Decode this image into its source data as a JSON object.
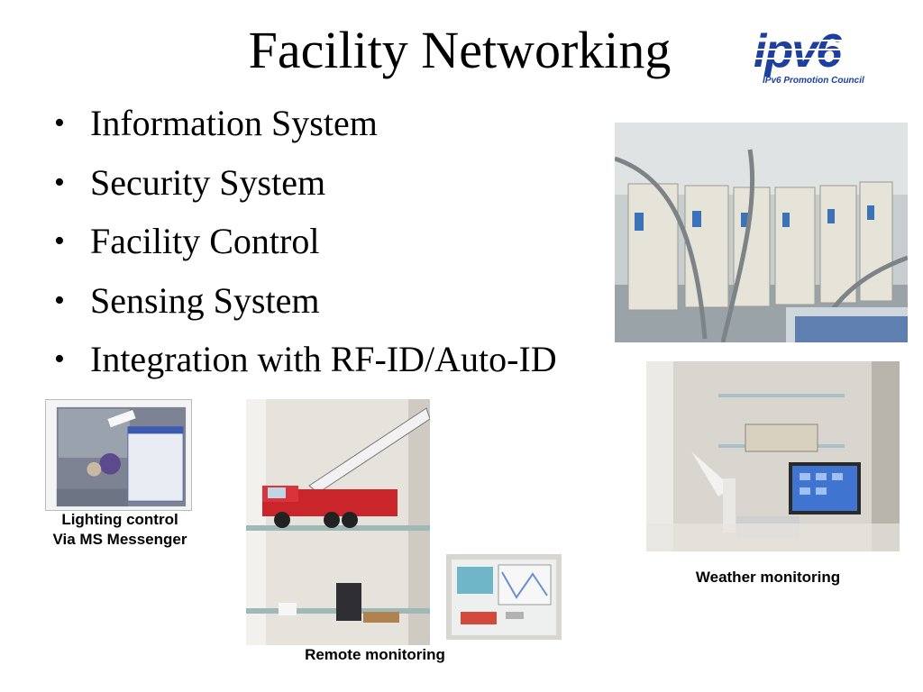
{
  "slide": {
    "title": "Facility Networking",
    "logo": {
      "wordmark": "ipv6",
      "subtitle": "IPv6 Promotion Council",
      "color": "#1d3f9e"
    },
    "bullets": [
      "Information System",
      "Security System",
      "Facility Control",
      "Sensing System",
      "Integration with RF-ID/Auto-ID"
    ],
    "captions": {
      "lighting_line1": "Lighting control",
      "lighting_line2": "Via MS Messenger",
      "remote": "Remote monitoring",
      "weather": "Weather monitoring"
    }
  }
}
